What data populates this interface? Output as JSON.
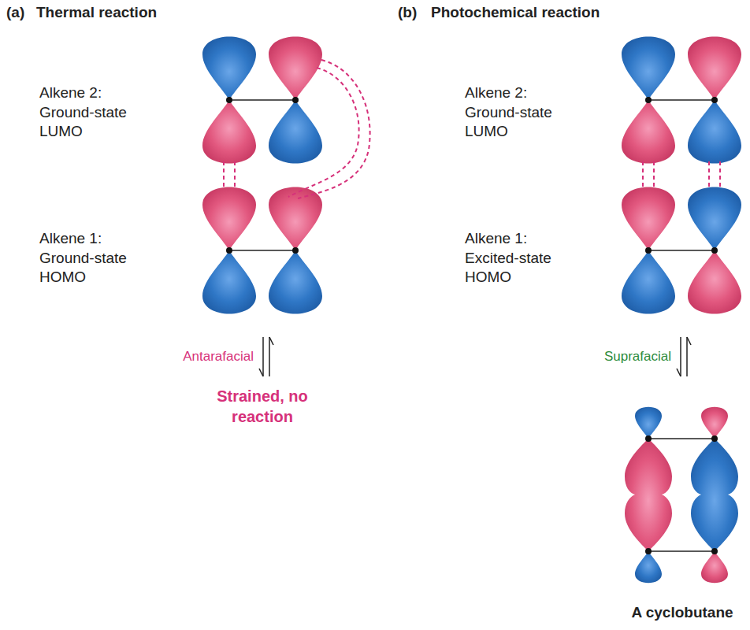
{
  "diagram": {
    "labels": [
      "(a)",
      "Thermal reaction",
      "(b)",
      "Photochemical reaction",
      "Alkene 2: Ground-state LUMO",
      "Alkene 1: Ground-state HOMO",
      "Antarafacial",
      "Strained, no reaction",
      "Alkene 2: Ground-state LUMO",
      "Alkene 1: Excited-state HOMO",
      "Suprafacial",
      "A cyclobutane"
    ]
  }
}
